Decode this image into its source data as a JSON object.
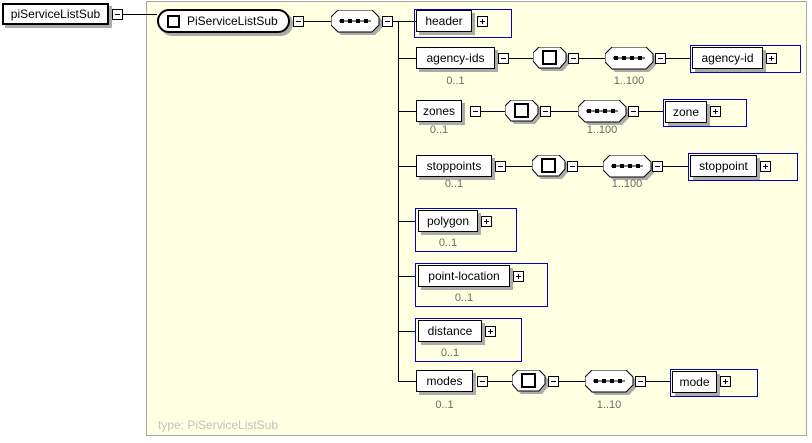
{
  "diagram": {
    "root_element": {
      "label": "piServiceListSub"
    },
    "complex_type": {
      "label": "PiServiceListSub"
    },
    "type_caption": "type: PiServiceListSub",
    "colors": {
      "canvas_bg": "#ffffe1",
      "canvas_border": "#a6a6a6",
      "collapsed_frame_blue": "#0000d6",
      "shadow_gray": "#ababab",
      "cardinality_text": "#6b6b6b",
      "caption_text": "#c2c2c2"
    },
    "rows": [
      {
        "label": "header",
        "collapsed": true,
        "cardinality": ""
      },
      {
        "label": "agency-ids",
        "cardinality": "0..1",
        "seq_cardinality": "1..100",
        "child": {
          "label": "agency-id"
        }
      },
      {
        "label": "zones",
        "cardinality": "0..1",
        "seq_cardinality": "1..100",
        "child": {
          "label": "zone"
        }
      },
      {
        "label": "stoppoints",
        "cardinality": "0..1",
        "seq_cardinality": "1..100",
        "child": {
          "label": "stoppoint"
        }
      },
      {
        "label": "polygon",
        "collapsed": true,
        "cardinality": "0..1"
      },
      {
        "label": "point-location",
        "collapsed": true,
        "cardinality": "0..1"
      },
      {
        "label": "distance",
        "collapsed": true,
        "cardinality": "0..1"
      },
      {
        "label": "modes",
        "cardinality": "0..1",
        "seq_cardinality": "1..10",
        "child": {
          "label": "mode"
        }
      }
    ]
  }
}
